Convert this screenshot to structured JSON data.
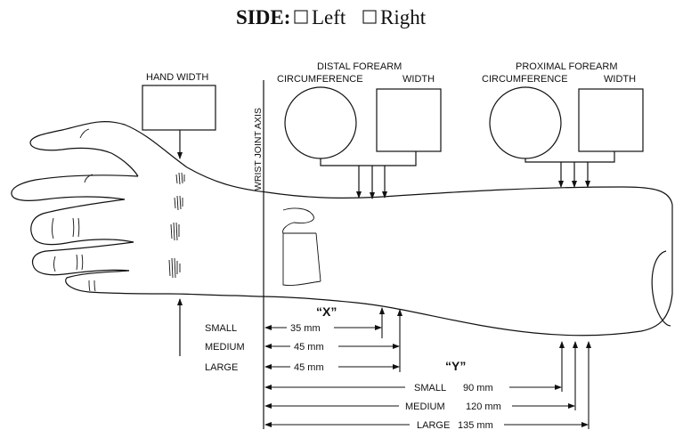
{
  "side": {
    "label": "SIDE:",
    "left_label": "Left",
    "right_label": "Right",
    "left_checked": false,
    "right_checked": false
  },
  "labels": {
    "hand_width": "HAND WIDTH",
    "wrist_axis": "WRIST JOINT AXIS",
    "distal_top": "DISTAL  FOREARM",
    "distal_circ": "CIRCUMFERENCE",
    "distal_width": "WIDTH",
    "proximal_top": "PROXIMAL  FOREARM",
    "proximal_circ": "CIRCUMFERENCE",
    "proximal_width": "WIDTH",
    "x_label": "“X”",
    "y_label": "“Y”"
  },
  "x_measurements": [
    {
      "size": "SMALL",
      "value": "35 mm"
    },
    {
      "size": "MEDIUM",
      "value": "45 mm"
    },
    {
      "size": "LARGE",
      "value": "45 mm"
    }
  ],
  "y_measurements": [
    {
      "size": "SMALL",
      "value": "90 mm"
    },
    {
      "size": "MEDIUM",
      "value": "120 mm"
    },
    {
      "size": "LARGE",
      "value": "135 mm"
    }
  ]
}
